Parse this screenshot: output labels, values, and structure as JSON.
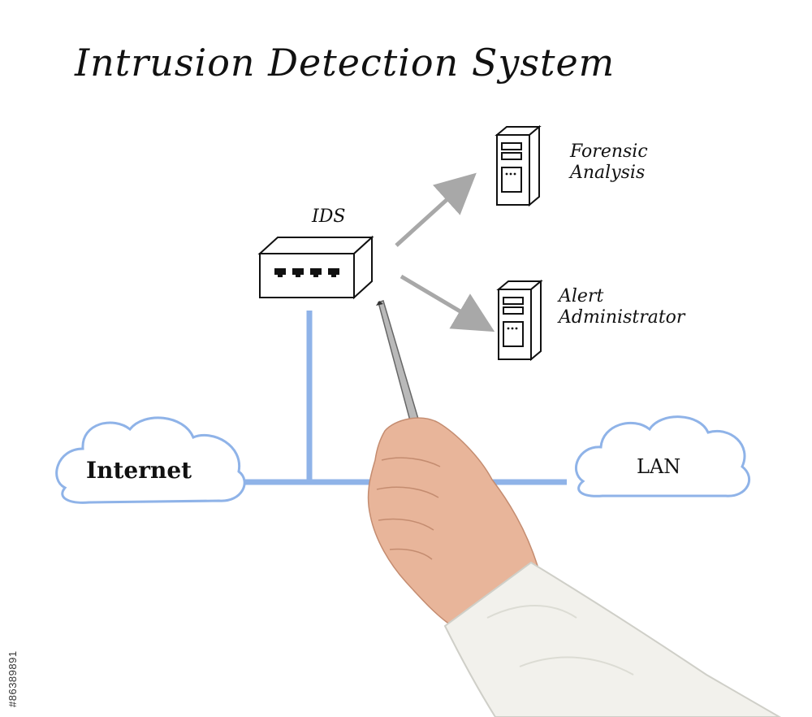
{
  "diagram": {
    "title": "Intrusion Detection System",
    "nodes": {
      "ids": {
        "label": "IDS",
        "icon": "network-switch-icon"
      },
      "forensic": {
        "label_line1": "Forensic",
        "label_line2": "Analysis",
        "icon": "server-tower-icon"
      },
      "alert": {
        "label_line1": "Alert",
        "label_line2": "Administrator",
        "icon": "server-tower-icon"
      },
      "internet": {
        "label": "Internet",
        "icon": "cloud-icon"
      },
      "lan": {
        "label": "LAN",
        "icon": "cloud-icon"
      }
    },
    "edges": [
      {
        "from": "internet",
        "to": "lan",
        "style": "blue-line"
      },
      {
        "from": "ids",
        "to": "internet-lan-link",
        "style": "blue-line"
      },
      {
        "from": "ids",
        "to": "forensic",
        "style": "gray-arrow"
      },
      {
        "from": "ids",
        "to": "alert",
        "style": "gray-arrow"
      }
    ],
    "colors": {
      "link": "#8fb3e8",
      "cloud_stroke": "#8fb3e8",
      "arrow": "#a8a8a8",
      "ink": "#111111"
    }
  },
  "watermark": "#86389891"
}
